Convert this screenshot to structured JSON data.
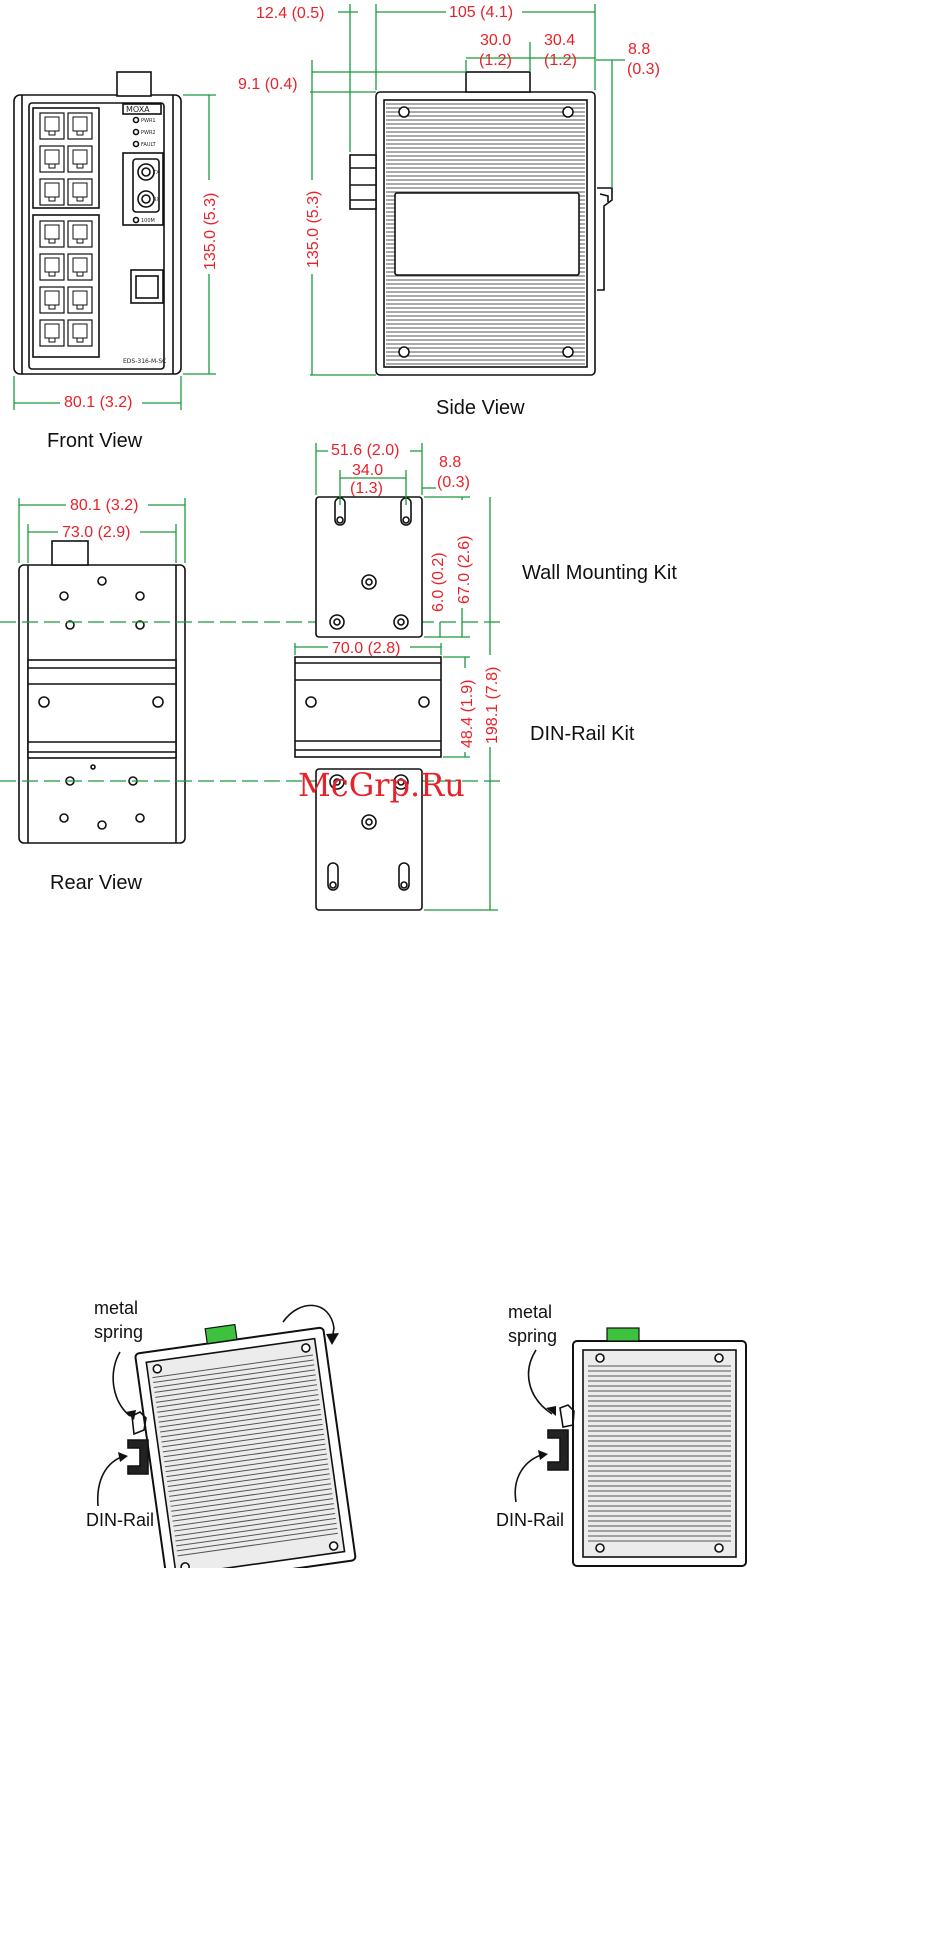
{
  "captions": {
    "front_view": "Front View",
    "side_view": "Side View",
    "rear_view": "Rear View",
    "wall_kit": "Wall Mounting Kit",
    "din_kit": "DIN-Rail Kit"
  },
  "dimensions": {
    "front_width": "80.1 (3.2)",
    "front_height": "135.0 (5.3)",
    "side_height": "135.0 (5.3)",
    "side_depth": "105 (4.1)",
    "side_offset_left": "12.4 (0.5)",
    "side_offset_top": "9.1 (0.4)",
    "side_top_a_1": "30.0",
    "side_top_a_2": "(1.2)",
    "side_top_b_1": "30.4",
    "side_top_b_2": "(1.2)",
    "side_clip_1": "8.8",
    "side_clip_2": "(0.3)",
    "rear_width_outer": "80.1 (3.2)",
    "rear_width_inner": "73.0 (2.9)",
    "wall_width": "51.6 (2.0)",
    "wall_hole_spacing_1": "34.0",
    "wall_hole_spacing_2": "(1.3)",
    "wall_depth_1": "8.8",
    "wall_depth_2": "(0.3)",
    "wall_small": "6.0 (0.2)",
    "wall_height": "67.0 (2.6)",
    "din_width": "70.0 (2.8)",
    "din_height": "48.4 (1.9)",
    "total_height": "198.1 (7.8)"
  },
  "device": {
    "brand": "MOXA",
    "model": "EDS-316-M-SC",
    "leds": [
      "PWR1",
      "PWR2",
      "FAULT"
    ],
    "fiber_labels": [
      "TX",
      "RX",
      "100M"
    ]
  },
  "install": {
    "left_spring_1": "metal",
    "left_spring_2": "spring",
    "left_rail": "DIN-Rail",
    "right_spring_1": "metal",
    "right_spring_2": "spring",
    "right_rail": "DIN-Rail"
  },
  "watermark": "McGrp.Ru",
  "colors": {
    "dimension_text": "#e8222a",
    "dimension_line": "#1a9a3c",
    "outline": "#111111",
    "connector": "#3ec23e"
  }
}
